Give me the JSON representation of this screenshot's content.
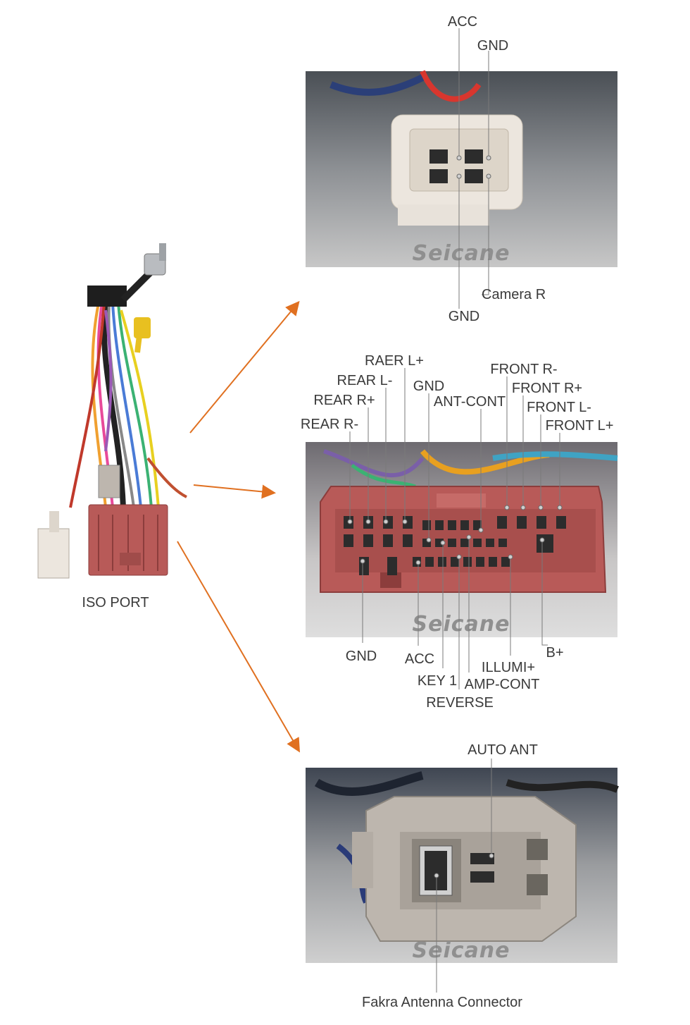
{
  "colors": {
    "arrow": "#e07020",
    "leader": "#7a7a7a",
    "red_connector": "#b85a58",
    "white_connector": "#ece6de",
    "grey_connector": "#bdb6ae"
  },
  "harness": {
    "label": "ISO PORT"
  },
  "watermark": "Seicane",
  "connector_top": {
    "top_labels": [
      "ACC",
      "GND"
    ],
    "bottom_labels": [
      "Camera R",
      "GND"
    ]
  },
  "connector_mid": {
    "top_labels": [
      "RAER L+",
      "REAR L-",
      "REAR R+",
      "REAR R-",
      "GND",
      "ANT-CONT",
      "FRONT R-",
      "FRONT R+",
      "FRONT L-",
      "FRONT L+"
    ],
    "bottom_labels": [
      "GND",
      "ACC",
      "KEY 1",
      "REVERSE",
      "AMP-CONT",
      "ILLUMI+",
      "B+"
    ]
  },
  "connector_bottom": {
    "top_labels": [
      "AUTO ANT"
    ],
    "bottom_labels": [
      "Fakra Antenna Connector"
    ]
  }
}
